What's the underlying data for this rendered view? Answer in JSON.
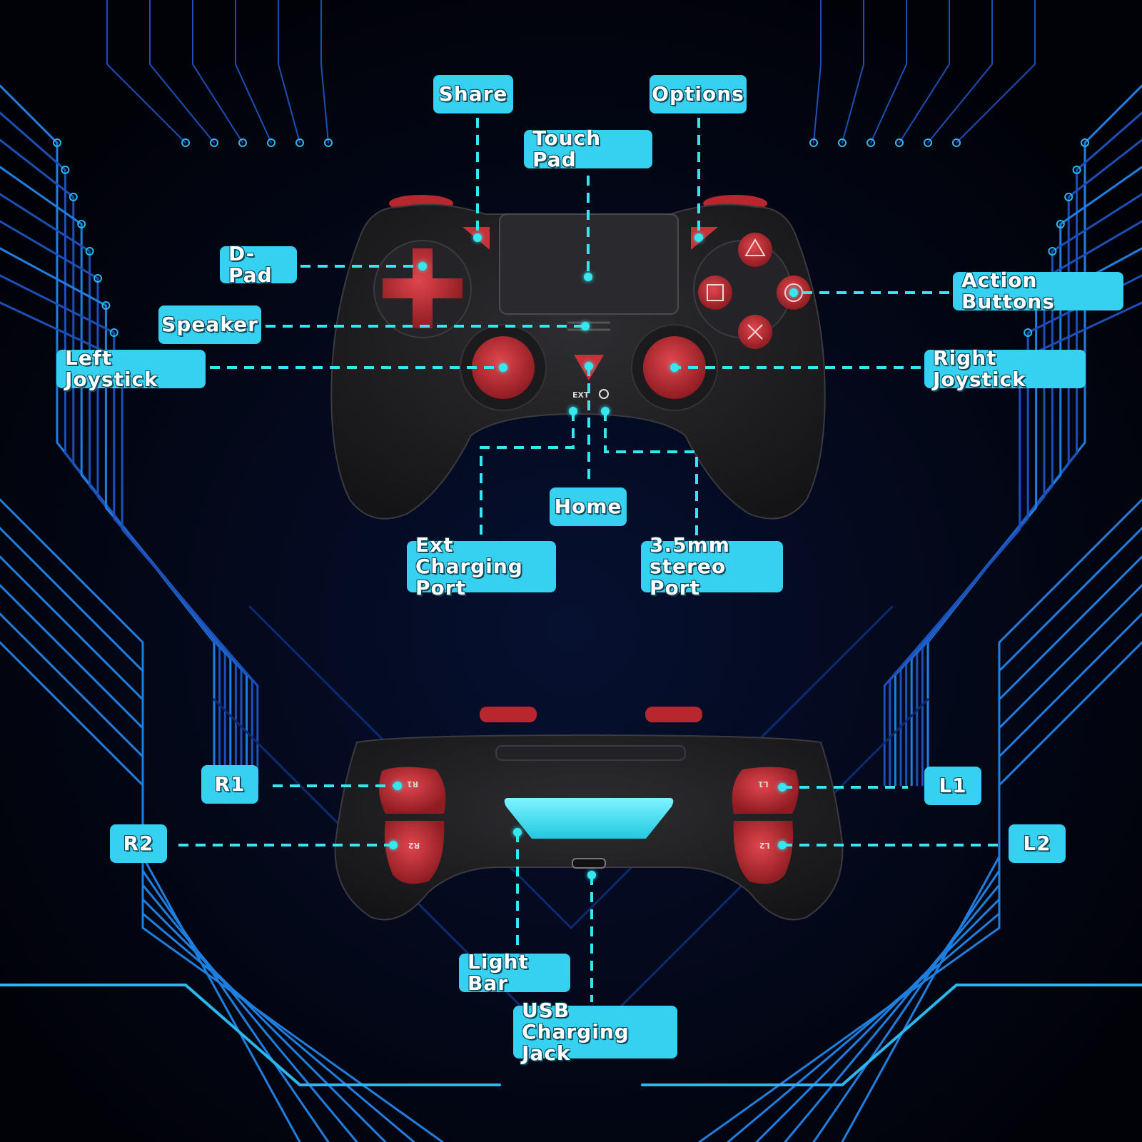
{
  "colors": {
    "label_bg": "#36d0f0",
    "leader": "#36e6f0",
    "accent_red": "#c8323a",
    "light_bar": "#40e0f0",
    "background": "#02040a"
  },
  "front_view": {
    "labels": {
      "share": "Share",
      "options": "Options",
      "touch_pad": "Touch Pad",
      "d_pad": "D-Pad",
      "speaker": "Speaker",
      "left_joystick": "Left Joystick",
      "right_joystick": "Right Joystick",
      "action_buttons": "Action Buttons",
      "home": "Home",
      "ext_charging_port": "Ext Charging\nPort",
      "stereo_port": "3.5mm\nstereo Port"
    },
    "port_markings": {
      "ext": "EXT"
    }
  },
  "back_view": {
    "labels": {
      "r1": "R1",
      "r2": "R2",
      "l1": "L1",
      "l2": "L2",
      "light_bar": "Light Bar",
      "usb_charging_jack": "USB Charging\nJack"
    },
    "trigger_markings": {
      "r1": "R1",
      "r2": "R2",
      "l1": "L1",
      "l2": "L2"
    }
  }
}
